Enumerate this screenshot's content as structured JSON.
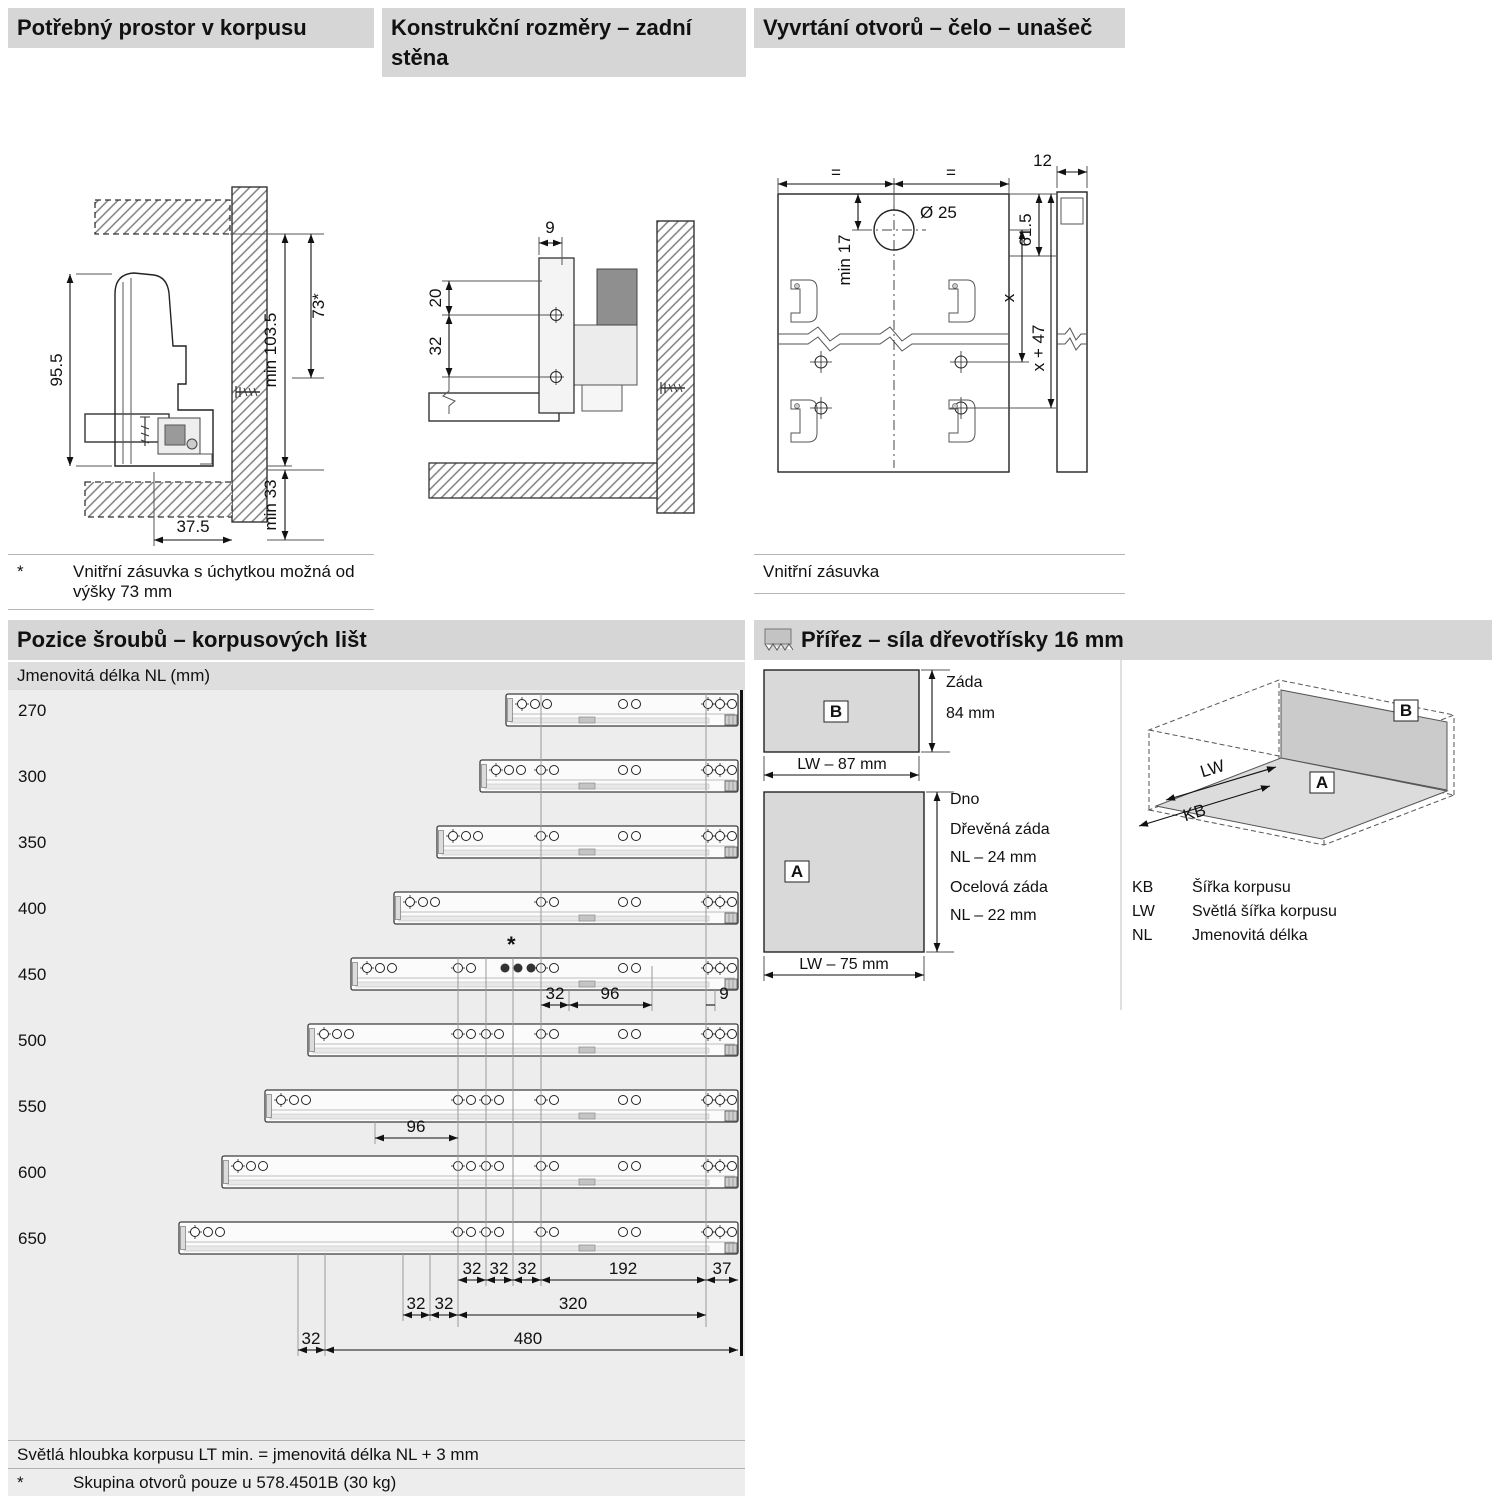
{
  "colors": {
    "title_bar": "#d6d6d6",
    "body_gray": "#ededed",
    "panel_fill": "#d9d9d9",
    "line": "#111111"
  },
  "p1": {
    "title": "Potřebný prostor v korpusu",
    "d_955": "95.5",
    "d_min1035": "min 103.5",
    "d_73": "73*",
    "d_min33": "min 33",
    "d_375": "37.5",
    "fn_star": "*",
    "fn_text": "Vnitřní zásuvka s úchytkou možná od výšky 73 mm"
  },
  "p2": {
    "title": "Konstrukční rozměry – zadní stěna",
    "d_9": "9",
    "d_20": "20",
    "d_32": "32"
  },
  "p3": {
    "title": "Vyvrtání otvorů – čelo – unašeč",
    "d_eq1": "=",
    "d_eq2": "=",
    "d_12": "12",
    "d_dia": "Ø 25",
    "d_min17": "min 17",
    "d_615": "61.5",
    "d_x": "x",
    "d_x47": "x + 47",
    "footer": "Vnitřní zásuvka"
  },
  "p4": {
    "title": "Pozice šroubů – korpusových lišt",
    "subtitle": "Jmenovitá délka NL (mm)",
    "lengths": [
      "270",
      "300",
      "350",
      "400",
      "450",
      "500",
      "550",
      "600",
      "650"
    ],
    "star": "*",
    "d_mid_32": "32",
    "d_mid_96": "96",
    "d_mid_9": "9",
    "d_low_96": "96",
    "d_a1": "32",
    "d_a2": "32",
    "d_a3": "32",
    "d_a4": "192",
    "d_a5": "37",
    "d_b1": "32",
    "d_b2": "32",
    "d_b3": "320",
    "d_c1": "32",
    "d_c2": "480",
    "footer1": "Světlá hloubka korpusu LT min. = jmenovitá délka NL + 3 mm",
    "fn_star": "*",
    "footer2": "Skupina otvorů pouze u 578.4501B (30 kg)"
  },
  "p5": {
    "title": "Přířez – síla dřevotřísky 16 mm",
    "b_label": "B",
    "b_zada": "Záda",
    "b_84": "84 mm",
    "b_lw": "LW – 87 mm",
    "a_label": "A",
    "a_dno": "Dno",
    "a_wood": "Dřevěná záda",
    "a_nl24": "NL – 24 mm",
    "a_steel": "Ocelová záda",
    "a_nl22": "NL – 22 mm",
    "a_lw": "LW – 75 mm",
    "iso_b": "B",
    "iso_a": "A",
    "iso_lw": "LW",
    "iso_kb": "KB",
    "legend": [
      {
        "abbr": "KB",
        "text": "Šířka korpusu"
      },
      {
        "abbr": "LW",
        "text": "Světlá šířka korpusu"
      },
      {
        "abbr": "NL",
        "text": "Jmenovitá délka"
      }
    ]
  }
}
